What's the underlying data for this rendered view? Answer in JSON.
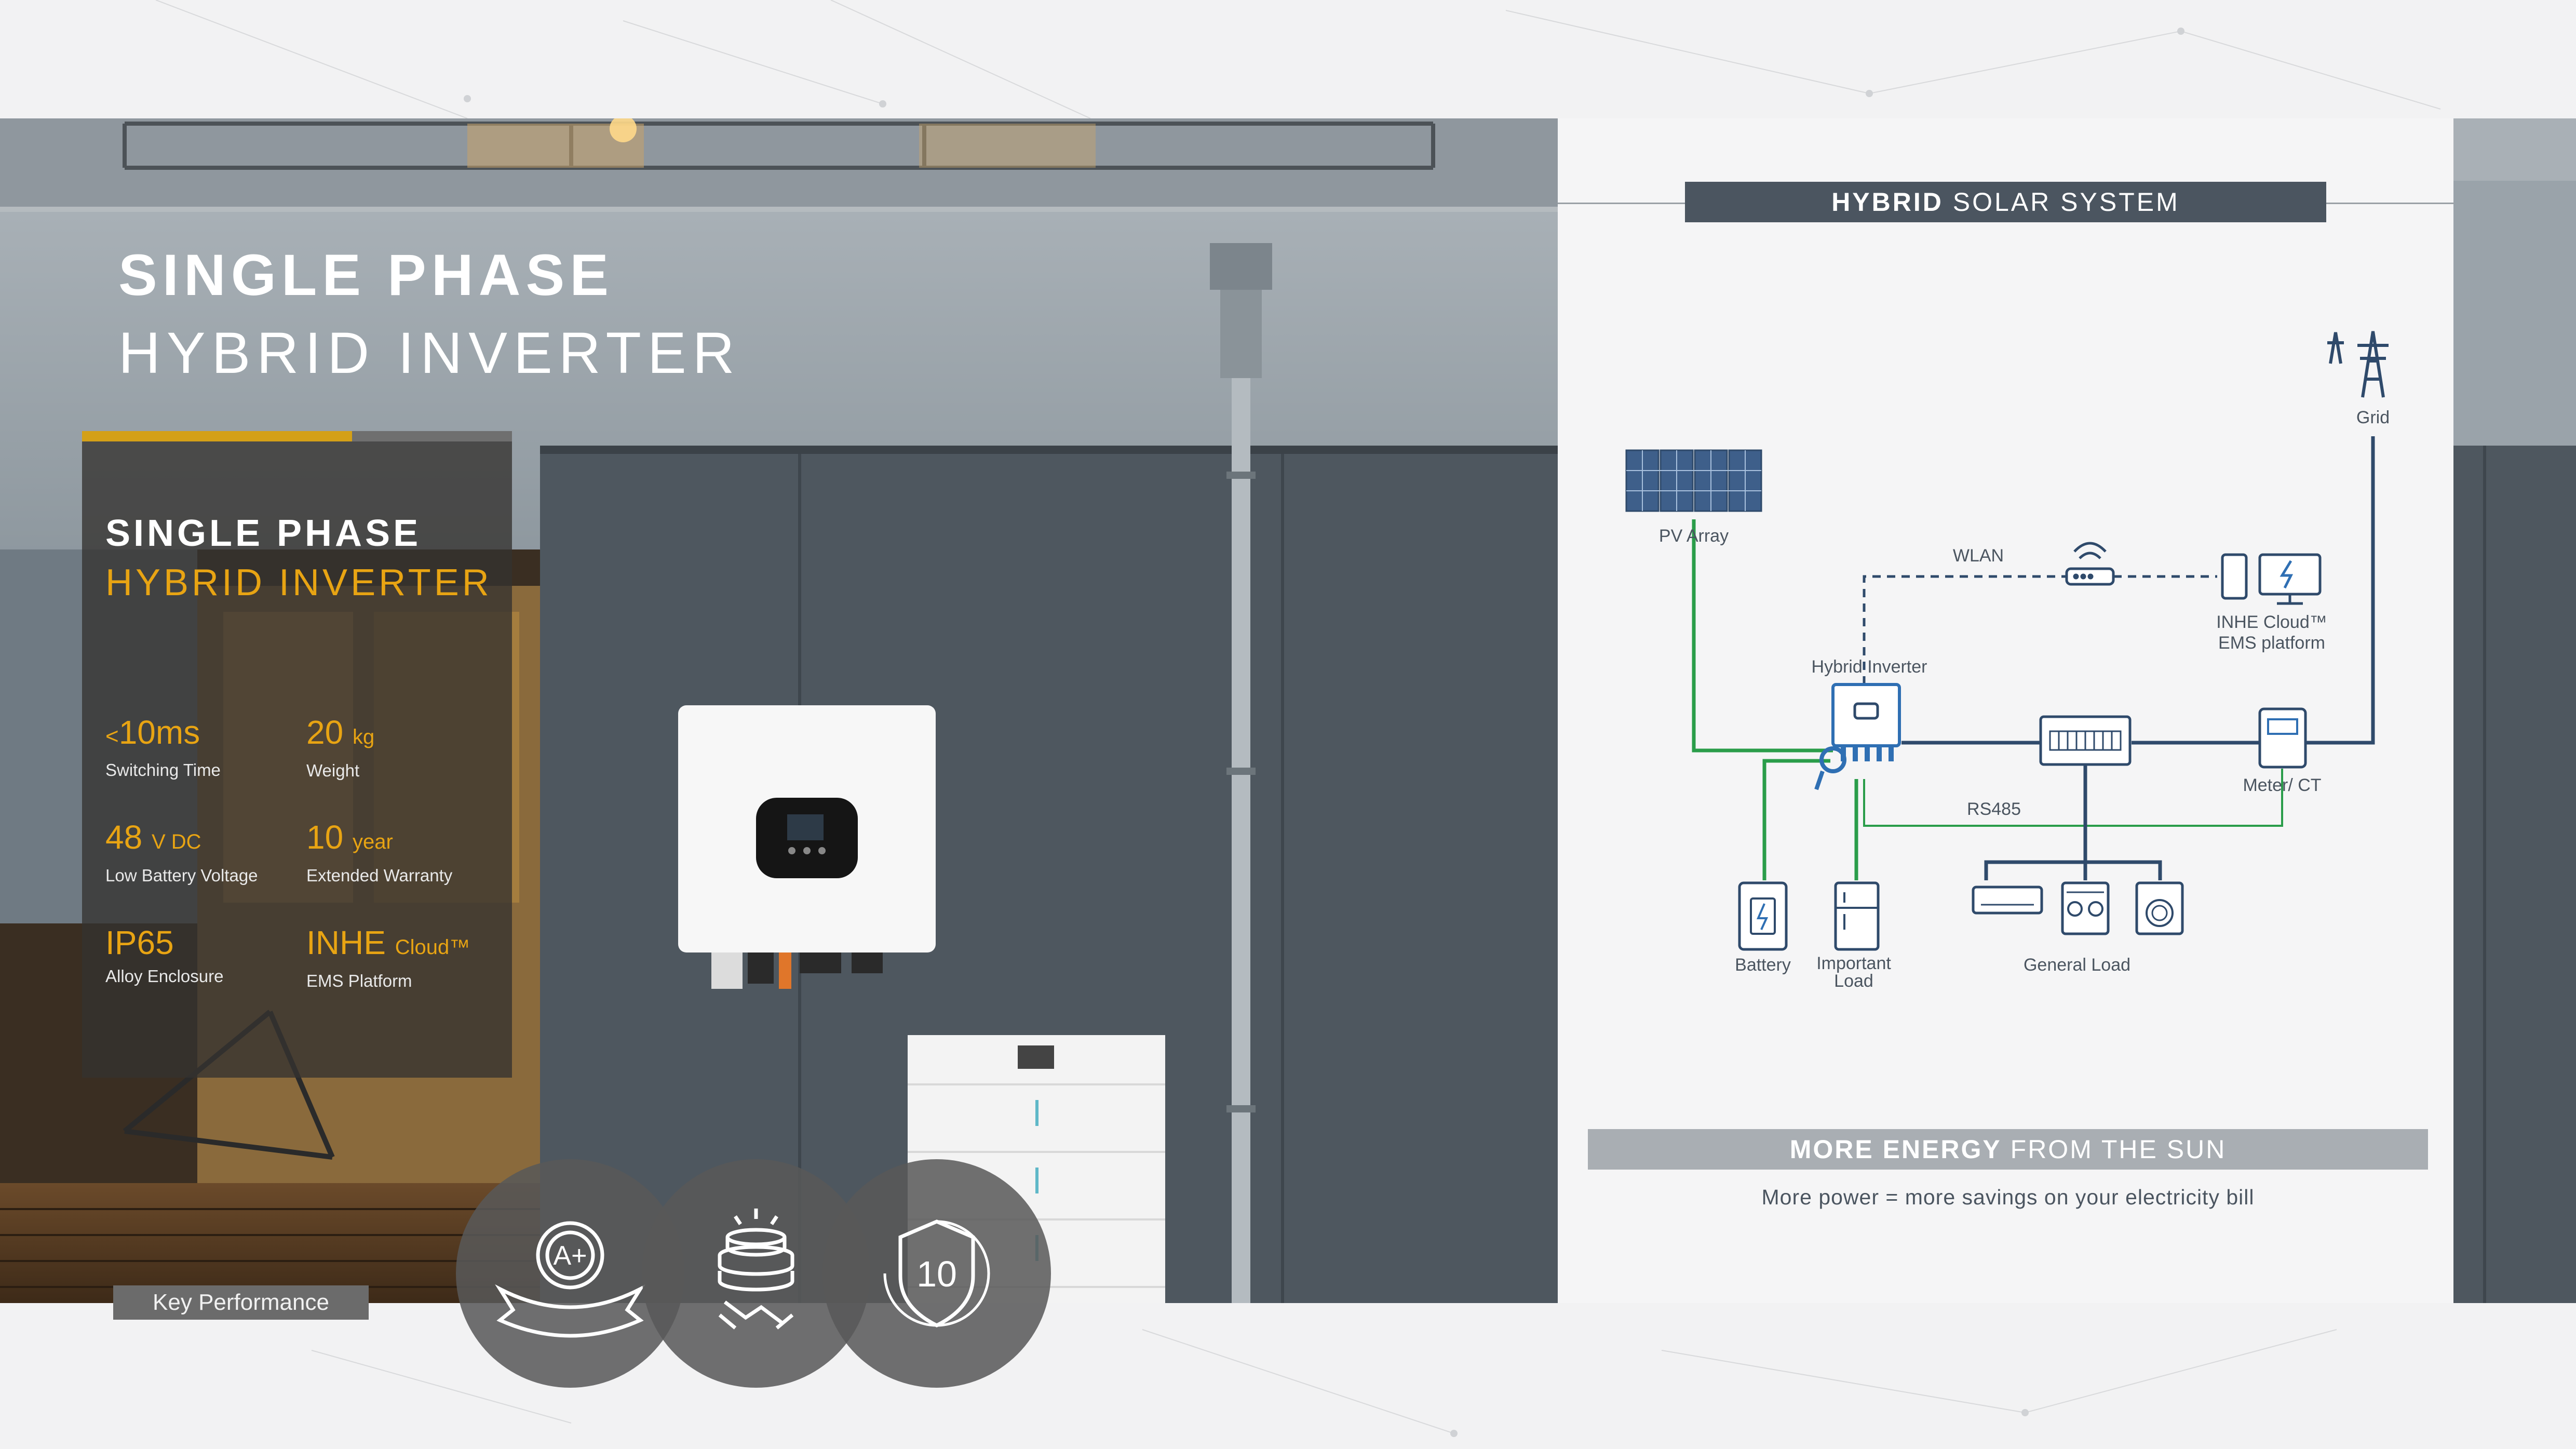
{
  "hero": {
    "title_line1": "SINGLE PHASE",
    "title_line2": "HYBRID INVERTER"
  },
  "specs": {
    "title_line1": "SINGLE PHASE",
    "title_line2": "HYBRID INVERTER",
    "items": [
      {
        "prefix": "<",
        "value": "10ms",
        "unit": "",
        "label": "Switching Time"
      },
      {
        "prefix": "",
        "value": "20",
        "unit": "kg",
        "label": "Weight"
      },
      {
        "prefix": "",
        "value": "48",
        "unit": "V DC",
        "label": "Low Battery Voltage"
      },
      {
        "prefix": "",
        "value": "10",
        "unit": "year",
        "label": "Extended Warranty"
      },
      {
        "prefix": "",
        "value": "IP65",
        "unit": "",
        "label": "Alloy Enclosure"
      },
      {
        "prefix": "",
        "value": "INHE",
        "unit": "Cloud™",
        "label": "EMS Platform"
      }
    ]
  },
  "key_performance": "Key Performance",
  "badges": [
    {
      "icon": "award-ribbon-icon",
      "text": "A+"
    },
    {
      "icon": "coins-handshake-icon",
      "text": ""
    },
    {
      "icon": "shield-warranty-icon",
      "text": "10"
    }
  ],
  "diagram": {
    "header_bold": "HYBRID",
    "header_rest": " SOLAR SYSTEM",
    "labels": {
      "grid": "Grid",
      "pv_array": "PV Array",
      "wlan": "WLAN",
      "cloud_line1": "INHE Cloud™",
      "cloud_line2": "EMS platform",
      "hybrid_inverter": "Hybrid Inverter",
      "meter": "Meter/ CT",
      "rs485": "RS485",
      "battery": "Battery",
      "important_load_line1": "Important",
      "important_load_line2": "Load",
      "general_load": "General Load"
    },
    "colors": {
      "dark": "#2f4a6b",
      "green": "#2a9d4a",
      "accent": "#2f6fb3"
    }
  },
  "footer": {
    "bar_bold": "MORE ENERGY",
    "bar_rest": " FROM THE SUN",
    "subtitle": "More power = more savings on your electricity bill"
  },
  "colors": {
    "accent_yellow": "#e8a413",
    "header_bg": "#4b5560",
    "bar_bg": "#a9aeb3"
  }
}
